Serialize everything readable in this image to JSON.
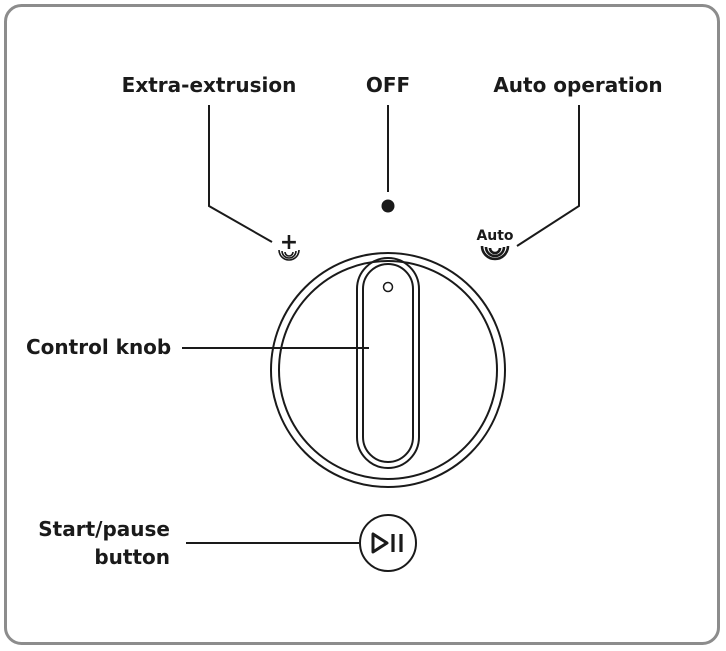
{
  "diagram": {
    "labels": {
      "extra_extrusion": "Extra-extrusion",
      "off": "OFF",
      "auto_operation": "Auto operation",
      "control_knob": "Control knob",
      "start_pause_line1": "Start/pause",
      "start_pause_line2": "button"
    },
    "symbols": {
      "plus": "+",
      "auto": "Auto"
    },
    "icons": {
      "extra_extrusion": "plus-waves-icon",
      "off": "dot-icon",
      "auto_operation": "auto-waves-icon",
      "start_pause": "play-pause-icon"
    },
    "colors": {
      "ink": "#1a1a1a",
      "frame": "#8c8c8c",
      "background": "#ffffff"
    }
  }
}
